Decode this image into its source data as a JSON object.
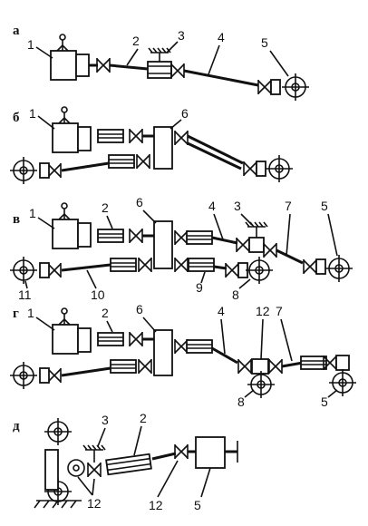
{
  "rows": [
    {
      "letter": "а",
      "labels": [
        "1",
        "2",
        "3",
        "4",
        "5"
      ]
    },
    {
      "letter": "б",
      "labels": [
        "1",
        "6"
      ]
    },
    {
      "letter": "в",
      "labels": [
        "1",
        "2",
        "6",
        "4",
        "3",
        "7",
        "5",
        "11",
        "10",
        "9",
        "8"
      ]
    },
    {
      "letter": "г",
      "labels": [
        "1",
        "2",
        "6",
        "4",
        "12",
        "7",
        "8",
        "5"
      ]
    },
    {
      "letter": "д",
      "labels": [
        "3",
        "2",
        "12",
        "12",
        "5"
      ]
    }
  ],
  "icons": [
    "wheel-icon",
    "engine-icon",
    "gearbox-icon",
    "transfer-case-icon",
    "cardan-shaft-icon",
    "universal-joint-icon",
    "support-bearing-icon",
    "hinge-icon"
  ]
}
